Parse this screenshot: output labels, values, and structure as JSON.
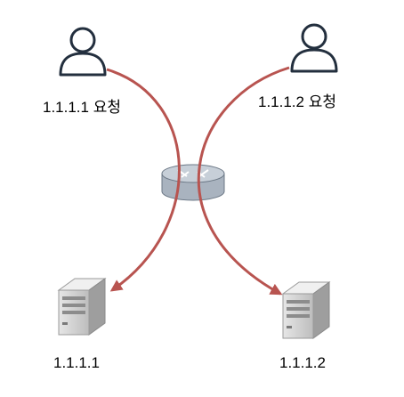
{
  "labels": {
    "client1_request": "1.1.1.1 요청",
    "client2_request": "1.1.1.2 요청",
    "server1": "1.1.1.1",
    "server2": "1.1.1.2"
  },
  "icons": {
    "client1": "user-icon",
    "client2": "user-icon",
    "router": "router-icon",
    "server1": "server-icon",
    "server2": "server-icon"
  },
  "colors": {
    "arrow": "#b85450",
    "user_stroke": "#232f3e",
    "router_fill": "#b9c2cc",
    "server_fill": "#d0d0d0"
  }
}
